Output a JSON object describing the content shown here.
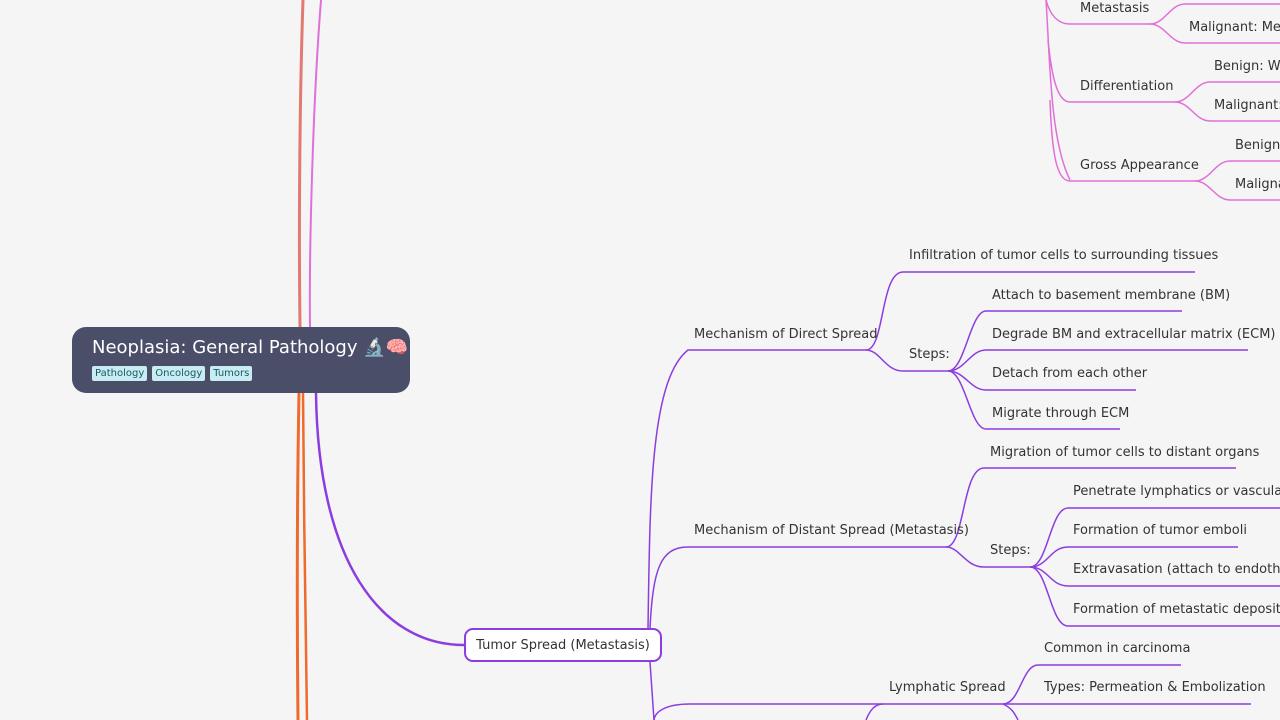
{
  "root": {
    "title": "Neoplasia: General Pathology 🔬🧠",
    "tags": [
      "Pathology",
      "Oncology",
      "Tumors"
    ]
  },
  "benign_vs_malignant": {
    "metastasis": {
      "label": "Metastasis",
      "children": [
        "Malignant: Meta"
      ]
    },
    "differentiation": {
      "label": "Differentiation",
      "children": [
        "Benign: We",
        "Malignant:"
      ]
    },
    "gross_appearance": {
      "label": "Gross Appearance",
      "children": [
        "Benign:",
        "Maligna"
      ]
    }
  },
  "tumor_spread": {
    "label": "Tumor Spread (Metastasis)",
    "direct": {
      "label": "Mechanism of Direct Spread",
      "infiltration": "Infiltration of tumor cells to surrounding tissues",
      "steps_label": "Steps:",
      "steps": [
        "Attach to basement membrane (BM)",
        "Degrade BM and extracellular matrix (ECM)",
        "Detach from each other",
        "Migrate through ECM"
      ]
    },
    "distant": {
      "label": "Mechanism of Distant Spread (Metastasis)",
      "migration": "Migration of tumor cells to distant organs",
      "steps_label": "Steps:",
      "steps": [
        "Penetrate lymphatics or vascular w",
        "Formation of tumor emboli",
        "Extravasation (attach to endotheliu",
        "Formation of metastatic deposits (r"
      ]
    },
    "lymphatic": {
      "label": "Lymphatic Spread",
      "children": [
        "Common in carcinoma",
        "Types: Permeation & Embolization"
      ]
    }
  },
  "colors": {
    "purple": "#8c3de0",
    "pink": "#e070d8",
    "orange": "#ef6a2c",
    "salmon": "#e07a72",
    "root_bg": "#4a4e69"
  }
}
